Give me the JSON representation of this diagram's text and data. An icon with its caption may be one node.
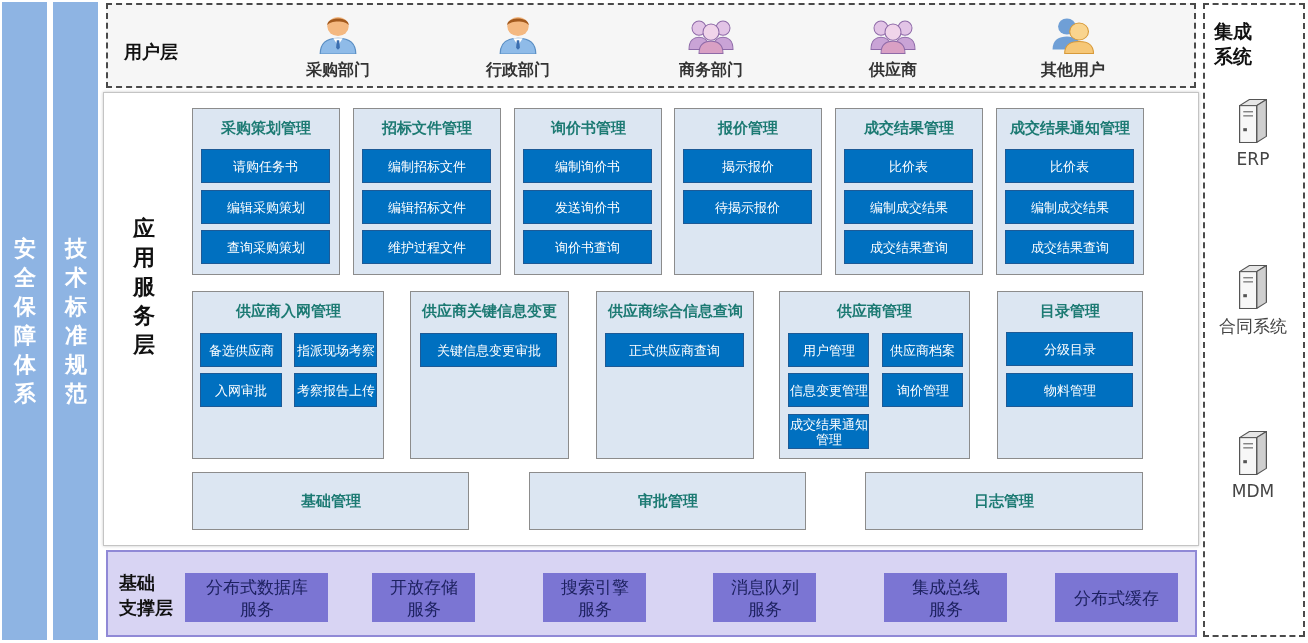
{
  "diagram": {
    "nodes": [
      {
        "text": [
          "安全保障体系"
        ]
      },
      {
        "text": [
          "技术标准规范"
        ]
      },
      {
        "text": [
          "用户层"
        ]
      },
      {
        "text": [
          "采购部门"
        ],
        "in": 2
      },
      {
        "text": [
          "行政部门"
        ],
        "in": 2
      },
      {
        "text": [
          "商务部门"
        ],
        "in": 2
      },
      {
        "text": [
          "供应商"
        ],
        "in": 2
      },
      {
        "text": [
          "其他用户"
        ],
        "in": 2
      },
      {
        "text": [
          "应用服务层"
        ]
      },
      {
        "text": [
          "采购策划管理"
        ],
        "in": 8
      },
      {
        "text": [
          "请购任务书"
        ],
        "in": 9
      },
      {
        "text": [
          "编辑采购策划"
        ],
        "in": 9
      },
      {
        "text": [
          "查询采购策划"
        ],
        "in": 9
      },
      {
        "text": [
          "招标文件管理"
        ],
        "in": 8
      },
      {
        "text": [
          "编制招标文件"
        ],
        "in": 13
      },
      {
        "text": [
          "编辑招标文件"
        ],
        "in": 13
      },
      {
        "text": [
          "维护过程文件"
        ],
        "in": 13
      },
      {
        "text": [
          "询价书管理"
        ],
        "in": 8
      },
      {
        "text": [
          "编制询价书"
        ],
        "in": 17
      },
      {
        "text": [
          "发送询价书"
        ],
        "in": 17
      },
      {
        "text": [
          "询价书查询"
        ],
        "in": 17
      },
      {
        "text": [
          "报价管理"
        ],
        "in": 8
      },
      {
        "text": [
          "揭示报价"
        ],
        "in": 21
      },
      {
        "text": [
          "待揭示报价"
        ],
        "in": 21
      },
      {
        "text": [
          "成交结果管理"
        ],
        "in": 8
      },
      {
        "text": [
          "比价表"
        ],
        "in": 24
      },
      {
        "text": [
          "编制成交结果"
        ],
        "in": 24
      },
      {
        "text": [
          "成交结果查询"
        ],
        "in": 24
      },
      {
        "text": [
          "成交结果通知管理"
        ],
        "in": 8
      },
      {
        "text": [
          "比价表"
        ],
        "in": 28
      },
      {
        "text": [
          "编制成交结果"
        ],
        "in": 28
      },
      {
        "text": [
          "成交结果查询"
        ],
        "in": 28
      },
      {
        "text": [
          "供应商入网管理"
        ],
        "in": 8
      },
      {
        "text": [
          "备选供应商"
        ],
        "in": 32
      },
      {
        "text": [
          "指派现场考察"
        ],
        "in": 32
      },
      {
        "text": [
          "入网审批"
        ],
        "in": 32
      },
      {
        "text": [
          "考察报告上传"
        ],
        "in": 32
      },
      {
        "text": [
          "供应商关键信息变更"
        ],
        "in": 8
      },
      {
        "text": [
          "关键信息变更审批"
        ],
        "in": 37
      },
      {
        "text": [
          "供应商综合信息查询"
        ],
        "in": 8
      },
      {
        "text": [
          "正式供应商查询"
        ],
        "in": 39
      },
      {
        "text": [
          "供应商管理"
        ],
        "in": 8
      },
      {
        "text": [
          "用户管理"
        ],
        "in": 41
      },
      {
        "text": [
          "供应商档案"
        ],
        "in": 41
      },
      {
        "text": [
          "信息变更管理"
        ],
        "in": 41
      },
      {
        "text": [
          "询价管理"
        ],
        "in": 41
      },
      {
        "text": [
          "成交结果通知管理"
        ],
        "in": 41
      },
      {
        "text": [
          "目录管理"
        ],
        "in": 8
      },
      {
        "text": [
          "分级目录"
        ],
        "in": 47
      },
      {
        "text": [
          "物料管理"
        ],
        "in": 47
      },
      {
        "text": [
          "基础管理"
        ],
        "in": 8
      },
      {
        "text": [
          "审批管理"
        ],
        "in": 8
      },
      {
        "text": [
          "日志管理"
        ],
        "in": 8
      },
      {
        "text": [
          "基础支撑层"
        ]
      },
      {
        "text": [
          "分布式数据库服务"
        ],
        "in": 53
      },
      {
        "text": [
          "开放存储服务"
        ],
        "in": 53
      },
      {
        "text": [
          "搜索引擎服务"
        ],
        "in": 53
      },
      {
        "text": [
          "消息队列服务"
        ],
        "in": 53
      },
      {
        "text": [
          "集成总线服务"
        ],
        "in": 53
      },
      {
        "text": [
          "分布式缓存"
        ],
        "in": 53
      },
      {
        "text": [
          "集成系统"
        ]
      },
      {
        "text": [
          "ERP"
        ],
        "in": 60
      },
      {
        "text": [
          "合同系统"
        ],
        "in": 60
      },
      {
        "text": [
          "MDM"
        ],
        "in": 60
      }
    ]
  }
}
